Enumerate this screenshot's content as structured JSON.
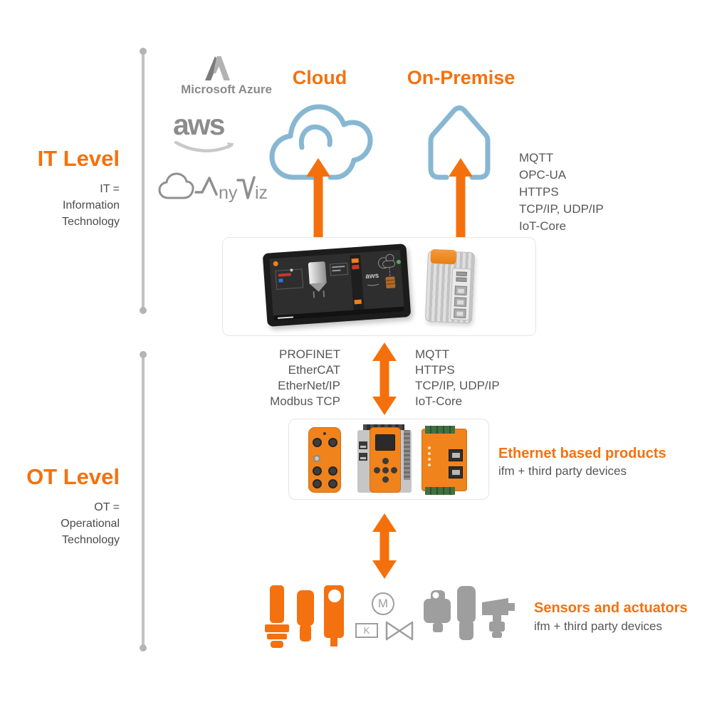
{
  "palette": {
    "accent_orange": "#F4710F",
    "arrow_orange": "#F4700C",
    "outline_blue": "#87B7D2",
    "timeline_gray": "#C2C2C2",
    "body_text_gray": "#57575A",
    "logo_gray": "#8C8C8C",
    "silhouette_gray": "#9E9E9E"
  },
  "it_level": {
    "title": "IT Level",
    "sub1": "IT =",
    "sub2": "Information",
    "sub3": "Technology"
  },
  "ot_level": {
    "title": "OT Level",
    "sub1": "OT =",
    "sub2": "Operational",
    "sub3": "Technology"
  },
  "cloud": {
    "title": "Cloud"
  },
  "on_premise": {
    "title": "On-Premise"
  },
  "logos": {
    "azure": "Microsoft Azure",
    "aws": "aws",
    "anyviz_ny": "ny",
    "anyviz_iz": "iz"
  },
  "on_premise_protocols": [
    "MQTT",
    "OPC-UA",
    "HTTPS",
    "TCP/IP, UDP/IP",
    "IoT-Core"
  ],
  "fieldbus_protocols": [
    "PROFINET",
    "EtherCAT",
    "EtherNet/IP",
    "Modbus TCP"
  ],
  "iot_protocols": [
    "MQTT",
    "HTTPS",
    "TCP/IP, UDP/IP",
    "IoT-Core"
  ],
  "ethernet_products": {
    "title": "Ethernet based products",
    "subtitle": "ifm + third party devices"
  },
  "sensors_actuators": {
    "title": "Sensors and actuators",
    "subtitle": "ifm + third party devices",
    "motor_label": "M",
    "contactor_label": "K"
  },
  "hmi": {
    "screen_aws_label": "aws"
  }
}
